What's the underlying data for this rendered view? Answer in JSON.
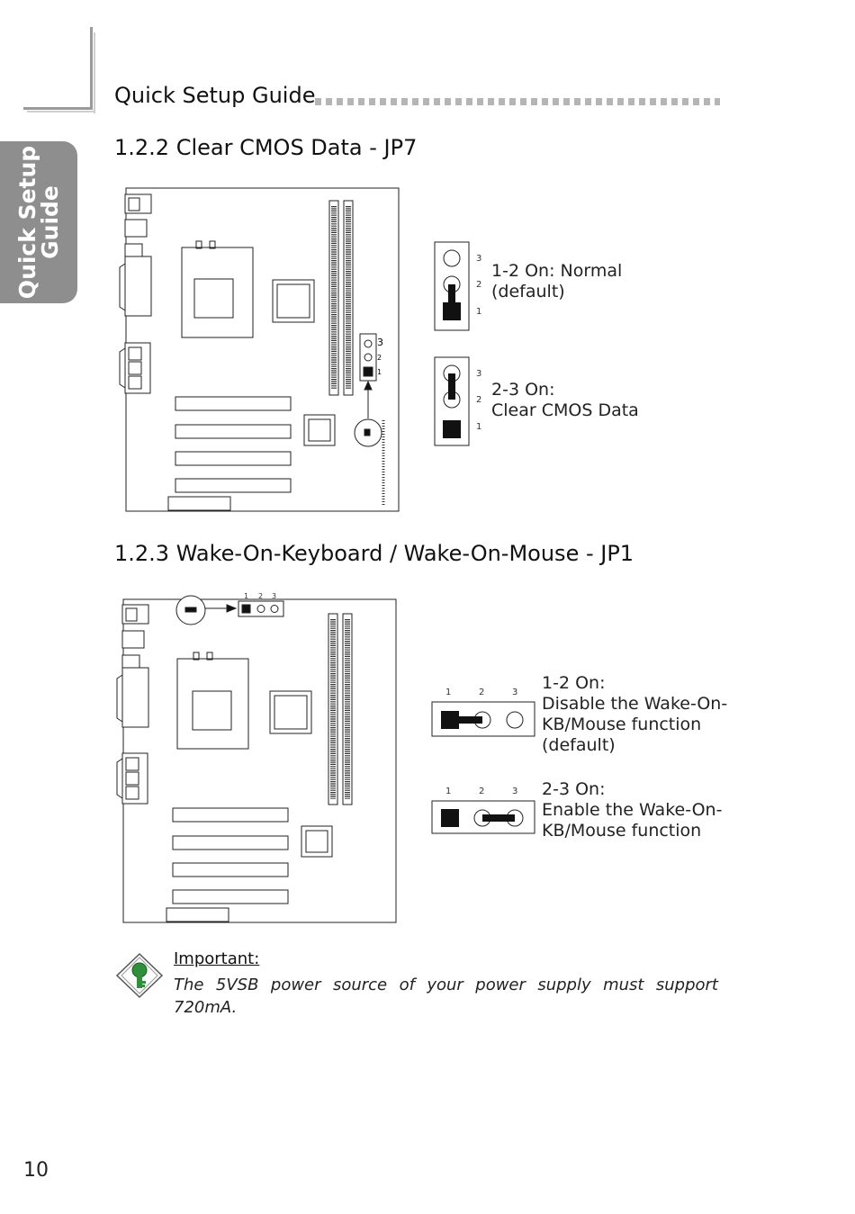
{
  "header": {
    "title": "Quick Setup Guide"
  },
  "side_tab": {
    "line1": "Quick Setup",
    "line2": "Guide"
  },
  "section_jp7": {
    "title": "1.2.2  Clear CMOS Data - JP7",
    "options": [
      {
        "label": "1-2 On: Normal\n(default)"
      },
      {
        "label": "2-3 On:\nClear CMOS Data"
      }
    ],
    "pin_labels": [
      "3",
      "2",
      "1"
    ]
  },
  "section_jp1": {
    "title": "1.2.3  Wake-On-Keyboard / Wake-On-Mouse - JP1",
    "options": [
      {
        "label": "1-2 On:\nDisable the Wake-On-\nKB/Mouse function\n(default)"
      },
      {
        "label": "2-3 On:\nEnable the Wake-On-\nKB/Mouse function"
      }
    ],
    "pin_labels": [
      "1",
      "2",
      "3"
    ]
  },
  "important": {
    "title": "Important:",
    "body": "The 5VSB power source of your power supply must support 720mA."
  },
  "page_number": "10",
  "colors": {
    "accent_gray": "#8e8e8e",
    "dots": "#b5b5b5"
  },
  "icons": [
    "key-icon"
  ]
}
